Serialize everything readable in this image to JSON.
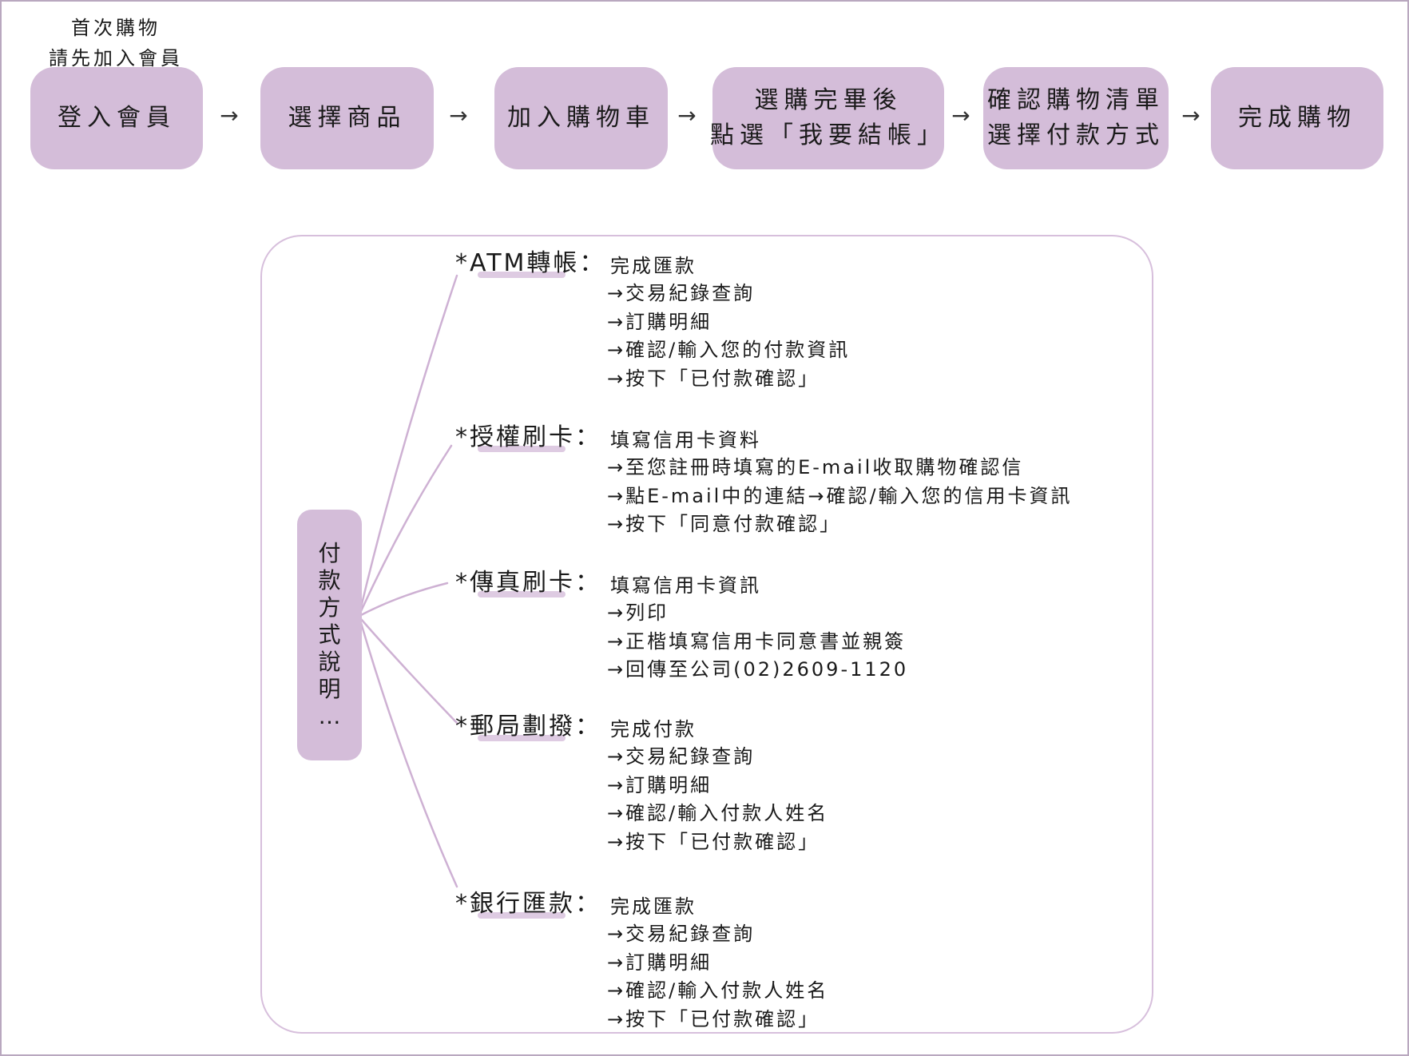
{
  "note": [
    "首次購物",
    "請先加入會員"
  ],
  "flow": [
    [
      "登入會員"
    ],
    [
      "選擇商品"
    ],
    [
      "加入購物車"
    ],
    [
      "選購完畢後",
      "點選「我要結帳」"
    ],
    [
      "確認購物清單",
      "選擇付款方式"
    ],
    [
      "完成購物"
    ]
  ],
  "arrow": "→",
  "side_label": [
    "付",
    "款",
    "方",
    "式",
    "說",
    "明",
    "…"
  ],
  "methods": [
    {
      "title": "*ATM轉帳",
      "colon": "：",
      "first": "完成匯款",
      "steps": [
        "→交易紀錄查詢",
        "→訂購明細",
        "→確認/輸入您的付款資訊",
        "→按下「已付款確認」"
      ]
    },
    {
      "title": "*授權刷卡",
      "colon": "：",
      "first": "填寫信用卡資料",
      "steps": [
        "→至您註冊時填寫的E-mail收取購物確認信",
        "→點E-mail中的連結→確認/輸入您的信用卡資訊",
        "→按下「同意付款確認」"
      ]
    },
    {
      "title": "*傳真刷卡",
      "colon": "：",
      "first": "填寫信用卡資訊",
      "steps": [
        "→列印",
        "→正楷填寫信用卡同意書並親簽",
        "→回傳至公司(02)2609-1120"
      ]
    },
    {
      "title": "*郵局劃撥",
      "colon": "：",
      "first": "完成付款",
      "steps": [
        "→交易紀錄查詢",
        "→訂購明細",
        "→確認/輸入付款人姓名",
        "→按下「已付款確認」"
      ]
    },
    {
      "title": "*銀行匯款",
      "colon": "：",
      "first": "完成匯款",
      "steps": [
        "→交易紀錄查詢",
        "→訂購明細",
        "→確認/輸入付款人姓名",
        "→按下「已付款確認」"
      ]
    }
  ],
  "colors": {
    "box": "#d4bdd9",
    "panel_border": "#d7bfdc",
    "frame": "#b9a8bf",
    "connector": "#c9a9cf"
  }
}
